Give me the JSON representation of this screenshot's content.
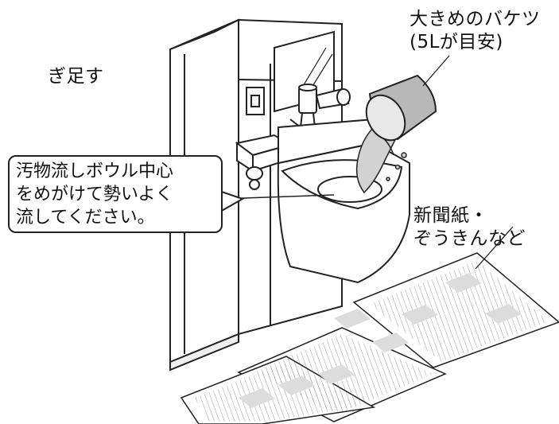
{
  "labels": {
    "top_partial": "ぎ足す",
    "bucket_line1": "大きめのバケツ",
    "bucket_line2": "(5Lが目安)",
    "paper_line1": "新聞紙・",
    "paper_line2": "ぞうきんなど"
  },
  "callout": {
    "line1": "汚物流しボウル中心",
    "line2": "をめがけて勢いよく",
    "line3": "流してください。"
  },
  "colors": {
    "outline": "#222222",
    "bucket_fill": "#b8b8b8",
    "paper_patch": "#dcdcdc",
    "water_fill": "#d2d2d2"
  },
  "icons": [
    "sink-unit",
    "bucket-icon",
    "water-stream",
    "faucet-icon",
    "newspaper-sheets"
  ]
}
